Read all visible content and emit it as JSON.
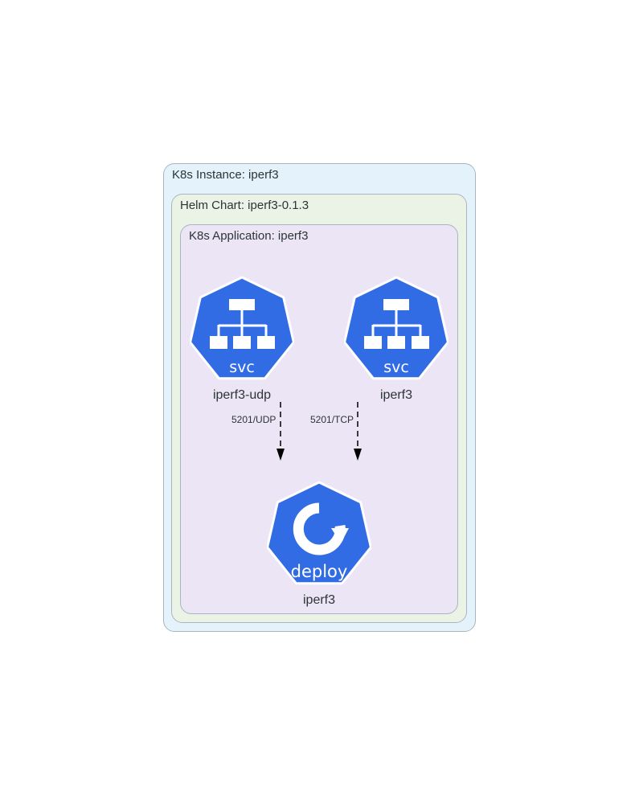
{
  "clusters": {
    "instance": "K8s Instance: iperf3",
    "helm": "Helm Chart: iperf3-0.1.3",
    "app": "K8s Application: iperf3"
  },
  "nodes": {
    "svc_udp": {
      "label": "iperf3-udp",
      "badge": "svc",
      "icon": "kubernetes-service-icon"
    },
    "svc_tcp": {
      "label": "iperf3",
      "badge": "svc",
      "icon": "kubernetes-service-icon"
    },
    "deploy": {
      "label": "iperf3",
      "badge": "deploy",
      "icon": "kubernetes-deployment-icon"
    }
  },
  "edges": [
    {
      "from": "iperf3-udp",
      "to": "iperf3",
      "label": "5201/UDP",
      "style": "dashed"
    },
    {
      "from": "iperf3",
      "to": "iperf3",
      "label": "5201/TCP",
      "style": "dashed"
    }
  ],
  "colors": {
    "k8s_blue": "#326ce5",
    "instance_bg": "#e4f3fb",
    "helm_bg": "#ebf3e7",
    "app_bg": "#ebe5f5"
  }
}
